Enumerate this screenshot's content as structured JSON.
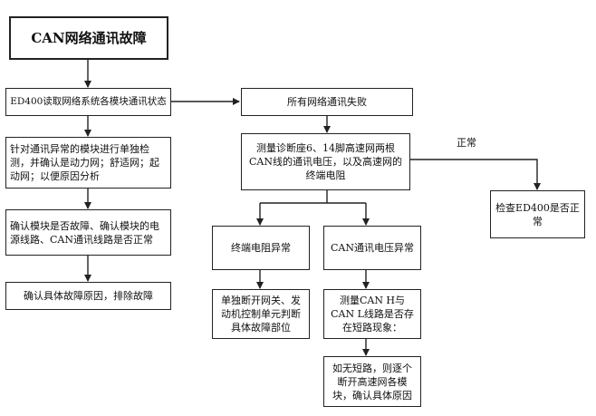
{
  "title": "CAN网络通讯故障",
  "nodes": {
    "read_status": "ED400读取网络系统各模块通讯状态",
    "all_fail": "所有网络通讯失败",
    "single_check": "针对通讯异常的模块进行单独检测，并确认是动力网；舒适网；起动网；以便原因分析",
    "measure": "测量诊断座6、14脚高速网两根CAN线的通讯电压，以及高速网的终端电阻",
    "check_ed400": "检查ED400是否正常",
    "confirm_module": "确认模块是否故障、确认模块的电源线路、CAN通讯线路是否正常",
    "term_abnormal": "终端电阻异常",
    "can_abnormal": "CAN通讯电压异常",
    "confirm_fault": "确认具体故障原因，排除故障",
    "disconnect": "单独断开网关、发动机控制单元判断具体故障部位",
    "measure_short": "测量CAN H与CAN L线路是否存在短路现象：",
    "no_short": "如无短路，则逐个断开高速网各模块，确认具体原因"
  },
  "edge_labels": {
    "normal": "正常"
  }
}
